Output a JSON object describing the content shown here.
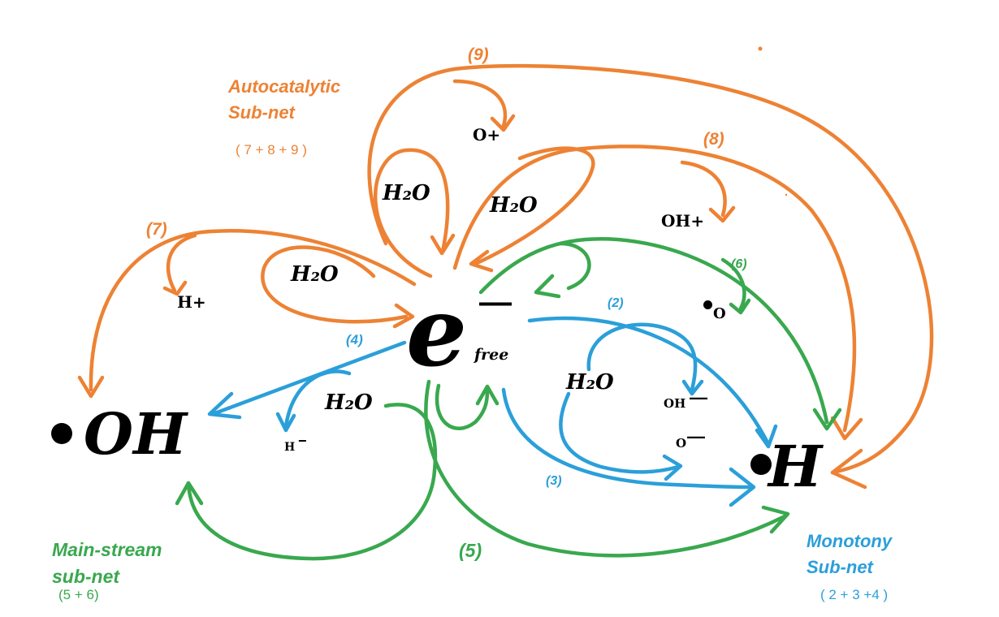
{
  "colors": {
    "autocatalytic": "#ED8234",
    "mainstream": "#39A84E",
    "monotony": "#2B9FD9",
    "species": "#000000"
  },
  "subnets": {
    "autocatalytic": {
      "title_line1": "Autocatalytic",
      "title_line2": "Sub-net",
      "members": "( 7 + 8 + 9 )"
    },
    "mainstream": {
      "title_line1": "Main-stream",
      "title_line2": "sub-net",
      "members": "(5 + 6)"
    },
    "monotony": {
      "title_line1": "Monotony",
      "title_line2": "Sub-net",
      "members": "( 2 + 3 +4 )"
    }
  },
  "species": {
    "electron": "e",
    "electron_charge": "—",
    "electron_sub": "free",
    "oh_radical": "OH",
    "h_radical": "H",
    "o_radical": "O",
    "water_1": "H₂O",
    "water_2": "H₂O",
    "water_3": "H₂O",
    "water_4": "H₂O",
    "water_5": "H₂O",
    "h_plus": "H+",
    "o_plus": "O+",
    "oh_plus": "OH+",
    "h_minus": "H",
    "h_minus_charge": "−",
    "oh_minus": "OH",
    "oh_minus_charge": "—",
    "o_minus": "O",
    "o_minus_charge": "—"
  },
  "reactions": {
    "r2": "(2)",
    "r3": "(3)",
    "r4": "(4)",
    "r5": "(5)",
    "r6": "(6)",
    "r7": "(7)",
    "r8": "(8)",
    "r9": "(9)"
  }
}
